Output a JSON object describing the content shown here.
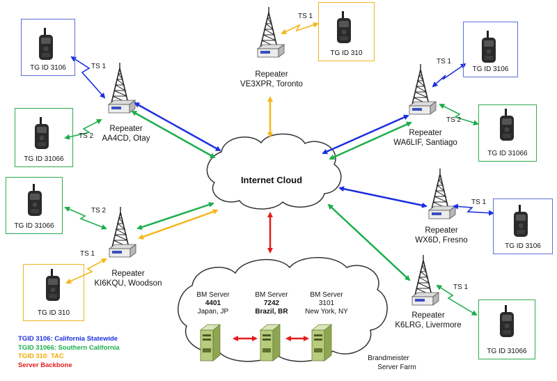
{
  "colors": {
    "blue": "#1c2fe0",
    "green": "#1bae4b",
    "orange": "#f5b618",
    "red": "#e41b1b",
    "box_blue": "#5b6fd6",
    "box_green": "#2ea84f",
    "box_orange": "#f0b323"
  },
  "icons": [
    "radio-handset-icon",
    "radio-tower-icon",
    "cloud-icon",
    "server-icon"
  ],
  "cloud": {
    "label": "Internet Cloud"
  },
  "repeaters": {
    "toronto": {
      "line1": "Repeater",
      "line2": "VE3XPR, Toronto"
    },
    "otay": {
      "line1": "Repeater",
      "line2": "AA4CD, Otay"
    },
    "santiago": {
      "line1": "Repeater",
      "line2": "WA6LIF, Santiago"
    },
    "fresno": {
      "line1": "Repeater",
      "line2": "WX6D, Fresno"
    },
    "woodson": {
      "line1": "Repeater",
      "line2": "KI6KQU, Woodson"
    },
    "livermore": {
      "line1": "Repeater",
      "line2": "K6LRG, Livermore"
    }
  },
  "radios": {
    "otay_ts1": "TG ID 3106",
    "otay_ts2": "TG ID 31066",
    "toronto_ts1": "TG ID 310",
    "santiago_ts1": "TG ID 3106",
    "santiago_ts2": "TG ID 31066",
    "woodson_ts2": "TG ID 31066",
    "woodson_ts1": "TG ID 310",
    "fresno_ts1": "TG ID 3106",
    "livermore_ts1": "TG ID 31066"
  },
  "timeslots": {
    "otay_1": "TS 1",
    "otay_2": "TS 2",
    "toronto_1": "TS 1",
    "santiago_1": "TS 1",
    "santiago_2": "TS 2",
    "woodson_2": "TS 2",
    "woodson_1": "TS 1",
    "fresno_1": "TS 1",
    "livermore_1": "TS 1"
  },
  "servers": {
    "japan": {
      "line1": "BM Server",
      "line2": "4401",
      "line3": "Japan, JP"
    },
    "brazil": {
      "line1": "BM Server",
      "line2": "7242",
      "line3": "Brazil, BR"
    },
    "newyork": {
      "line1": "BM Server",
      "line2": "3101",
      "line3": "New York, NY"
    }
  },
  "farm": {
    "line1": "Brandmeister",
    "line2": "Server Farm"
  },
  "legend": {
    "item1": "TGID 3106: California Statewide",
    "item2": "TGID 31066:  Southern California",
    "item3": "TGID 310: TAC",
    "item4": "Server Backbone"
  }
}
